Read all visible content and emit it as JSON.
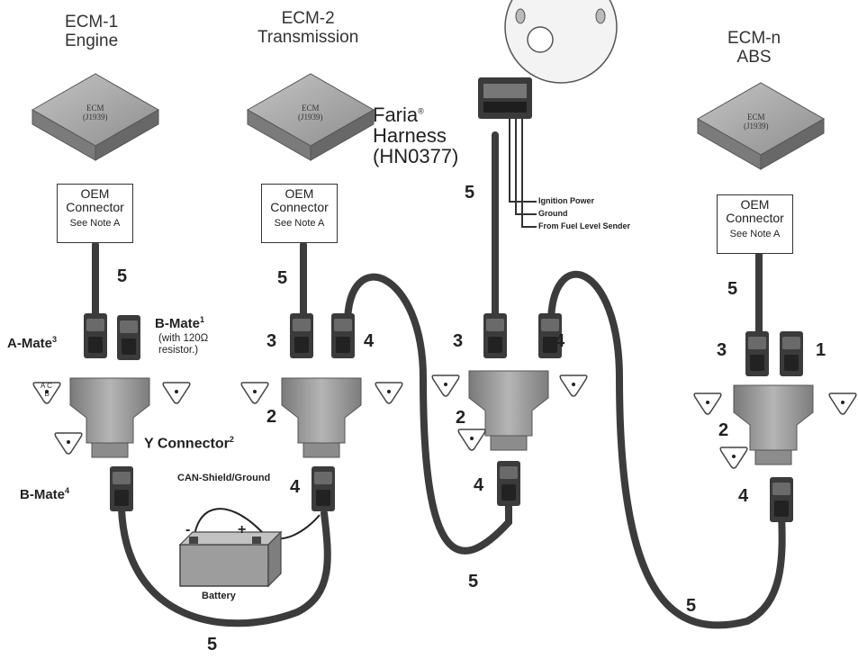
{
  "ecms": [
    {
      "title_line1": "ECM-1",
      "title_line2": "Engine",
      "chip_line1": "ECM",
      "chip_line2": "(J1939)"
    },
    {
      "title_line1": "ECM-2",
      "title_line2": "Transmission",
      "chip_line1": "ECM",
      "chip_line2": "(J1939)"
    },
    {
      "title_line1": "ECM-n",
      "title_line2": "ABS",
      "chip_line1": "ECM",
      "chip_line2": "(J1939)"
    }
  ],
  "oem": {
    "line1": "OEM",
    "line2": "Connector",
    "note": "See Note A"
  },
  "faria": {
    "line1": "Faria",
    "reg": "®",
    "line2": "Harness",
    "line3": "(HN0377)"
  },
  "harness_wires": [
    "Ignition Power",
    "Ground",
    "From Fuel Level Sender"
  ],
  "labels": {
    "a_mate": "A-Mate",
    "a_mate_sup": "3",
    "b_mate1": "B-Mate",
    "b_mate1_sup": "1",
    "b_mate1_note1": "(with 120Ω",
    "b_mate1_note2": "resistor.)",
    "y_connector": "Y Connector",
    "y_connector_sup": "2",
    "b_mate4": "B-Mate",
    "b_mate4_sup": "4",
    "can_shield": "CAN-Shield/Ground",
    "battery": "Battery",
    "minus": "-",
    "plus": "+"
  },
  "pin_letters": [
    "A",
    "B",
    "C"
  ],
  "numbers": {
    "n5_ecm1": "5",
    "n5_ecm2": "5",
    "n5_faria": "5",
    "n5_ecmn": "5",
    "n3_ecm2": "3",
    "n4_ecm2": "4",
    "n3_faria": "3",
    "n4_faria": "4",
    "n3_ecmn": "3",
    "n1_ecmn": "1",
    "n2_ecm2": "2",
    "n2_faria": "2",
    "n2_ecmn": "2",
    "n4_ecm2_bottom": "4",
    "n4_faria_bottom": "4",
    "n4_ecmn_bottom": "4",
    "n5_bottom_left": "5",
    "n5_bottom_mid": "5",
    "n5_bottom_right": "5"
  },
  "colors": {
    "cable": "#3c3c3c",
    "body": "#9a9a9a",
    "chip": "#a3a3a3"
  }
}
